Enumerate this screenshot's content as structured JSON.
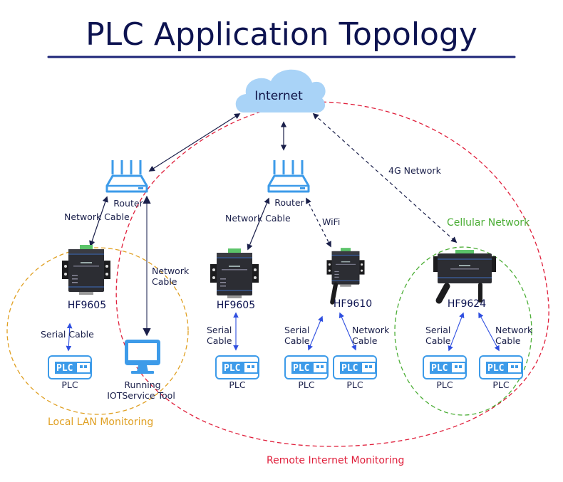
{
  "title": "PLC Application Topology",
  "colors": {
    "title": "#0d1350",
    "accent_blue": "#3d9be9",
    "cloud": "#a9d3f7",
    "lan_zone": "#e0a023",
    "cellular_zone": "#4cae36",
    "remote_zone": "#e0203c",
    "link_dark": "#1a1f4a",
    "link_blue": "#2f4fe0"
  },
  "nodes": {
    "internet": {
      "label": "Internet",
      "icon": "cloud-icon"
    },
    "router_left": {
      "label": "Router",
      "icon": "router-icon"
    },
    "router_mid": {
      "label": "Router",
      "icon": "router-icon"
    },
    "hf9605_left": {
      "label": "HF9605",
      "icon": "serial-server-device"
    },
    "hf9605_mid": {
      "label": "HF9605",
      "icon": "serial-server-device"
    },
    "hf9610": {
      "label": "HF9610",
      "icon": "wifi-serial-server-device"
    },
    "hf9624": {
      "label": "HF9624",
      "icon": "cellular-serial-server-device"
    },
    "pc": {
      "label_line1": "Running",
      "label_line2": "IOTService Tool",
      "icon": "monitor-icon"
    },
    "plcs": [
      {
        "label": "PLC",
        "badge": "PLC"
      },
      {
        "label": "PLC",
        "badge": "PLC"
      },
      {
        "label": "PLC",
        "badge": "PLC"
      },
      {
        "label": "PLC",
        "badge": "PLC"
      },
      {
        "label": "PLC",
        "badge": "PLC"
      },
      {
        "label": "PLC",
        "badge": "PLC"
      }
    ]
  },
  "links": {
    "net_cable_left": "Network Cable",
    "net_cable_pc_1": "Network",
    "net_cable_pc_2": "Cable",
    "net_cable_mid": "Network Cable",
    "wifi": "WiFi",
    "g4": "4G Network",
    "serial_left": "Serial Cable",
    "serial_mid_1": "Serial",
    "serial_mid_2": "Cable",
    "serial_9610_1": "Serial",
    "serial_9610_2": "Cable",
    "net_9610_1": "Network",
    "net_9610_2": "Cable",
    "serial_9624_1": "Serial",
    "serial_9624_2": "Cable",
    "net_9624_1": "Network",
    "net_9624_2": "Cable"
  },
  "zones": {
    "lan": "Local LAN Monitoring",
    "cellular": "Cellular Network",
    "remote": "Remote Internet Monitoring"
  }
}
